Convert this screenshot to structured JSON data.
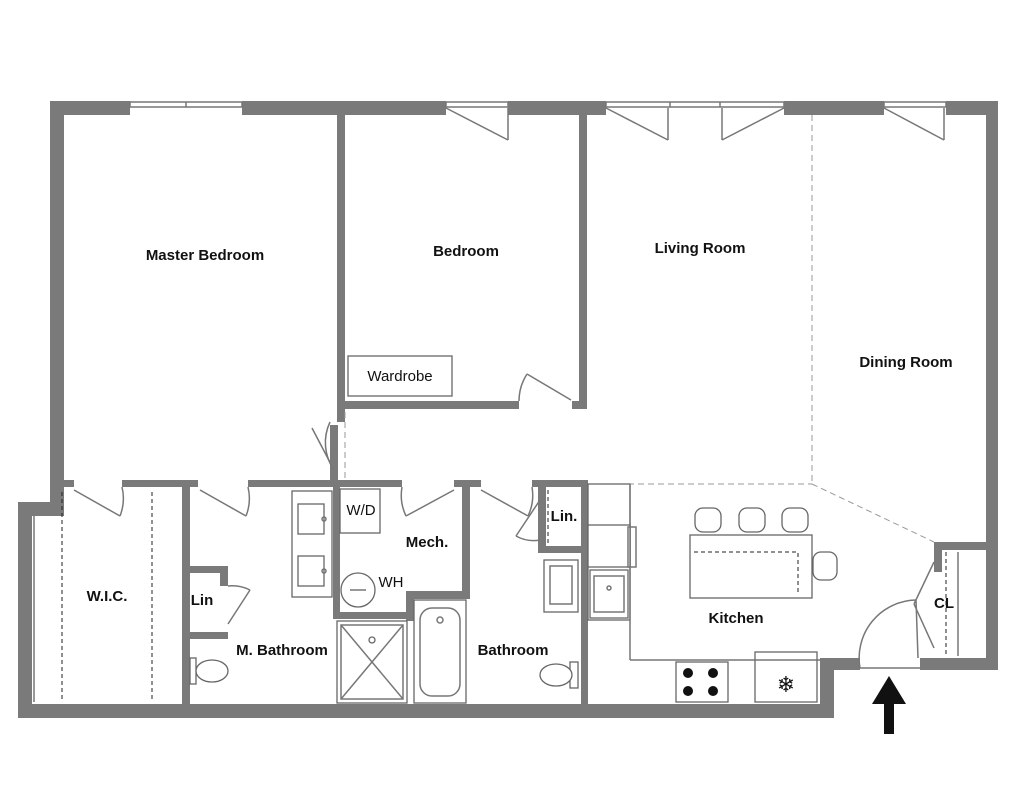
{
  "rooms": {
    "master_bedroom": "Master Bedroom",
    "bedroom": "Bedroom",
    "living_room": "Living Room",
    "dining_room": "Dining Room",
    "wardrobe": "Wardrobe",
    "wic": "W.I.C.",
    "lin_master": "Lin",
    "m_bathroom": "M. Bathroom",
    "wd": "W/D",
    "mech": "Mech.",
    "wh": "WH",
    "lin_bath": "Lin.",
    "bathroom": "Bathroom",
    "kitchen": "Kitchen",
    "cl": "CL"
  },
  "colors": {
    "wall": "#7a7a7a",
    "line": "#777777"
  },
  "icons": {
    "entrance": "entrance-arrow-icon",
    "freezer": "snowflake-icon"
  }
}
